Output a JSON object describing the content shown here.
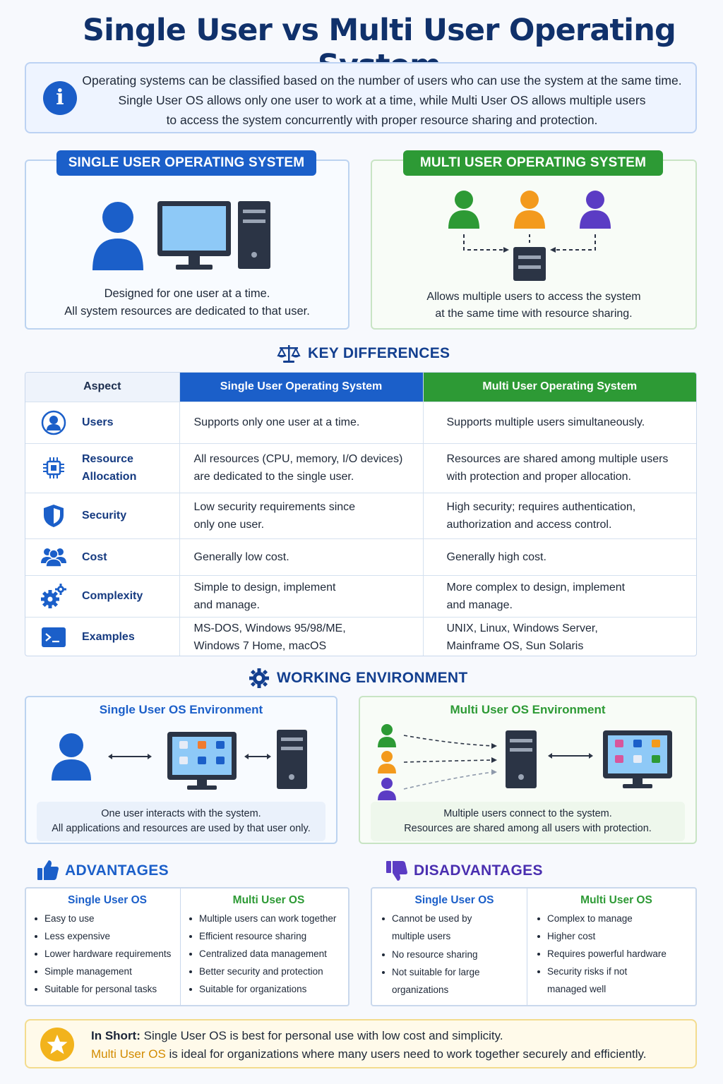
{
  "title": "Single User vs Multi User Operating System",
  "intro": {
    "line1": "Operating systems can be classified based on the number of users who can use the system at the same time.",
    "line2": "Single User OS allows only one user to work at a time, while Multi User OS allows multiple users",
    "line3": "to access the system concurrently with proper resource sharing and protection."
  },
  "single_panel": {
    "heading": "SINGLE USER OPERATING SYSTEM",
    "caption1": "Designed for one user at a time.",
    "caption2": "All system resources are dedicated to that user."
  },
  "multi_panel": {
    "heading": "MULTI USER OPERATING SYSTEM",
    "caption1": "Allows multiple users to access the system",
    "caption2": "at the same time with resource sharing."
  },
  "key_differences": {
    "heading": "KEY DIFFERENCES",
    "columns": [
      "Aspect",
      "Single User Operating System",
      "Multi User Operating System"
    ],
    "rows": [
      {
        "aspect": "Users",
        "icon": "user-icon",
        "single": "Supports only one user at a time.",
        "multi": "Supports multiple users simultaneously."
      },
      {
        "aspect_l1": "Resource",
        "aspect_l2": "Allocation",
        "icon": "cpu-icon",
        "single_l1": "All resources (CPU, memory, I/O devices)",
        "single_l2": "are dedicated to the single user.",
        "multi_l1": "Resources are shared among multiple users",
        "multi_l2": "with protection and proper allocation."
      },
      {
        "aspect": "Security",
        "icon": "shield-icon",
        "single_l1": "Low security requirements since",
        "single_l2": "only one user.",
        "multi_l1": "High security; requires authentication,",
        "multi_l2": "authorization and access control."
      },
      {
        "aspect": "Cost",
        "icon": "group-icon",
        "single": "Generally low cost.",
        "multi": "Generally high cost."
      },
      {
        "aspect": "Complexity",
        "icon": "gears-icon",
        "single_l1": "Simple to design, implement",
        "single_l2": "and manage.",
        "multi_l1": "More complex to design, implement",
        "multi_l2": "and manage."
      },
      {
        "aspect": "Examples",
        "icon": "terminal-icon",
        "single_l1": "MS-DOS, Windows 95/98/ME,",
        "single_l2": "Windows 7 Home, macOS",
        "multi_l1": "UNIX, Linux, Windows Server,",
        "multi_l2": "Mainframe OS, Sun Solaris"
      }
    ]
  },
  "working_environment": {
    "heading": "WORKING ENVIRONMENT",
    "single": {
      "title": "Single User OS Environment",
      "caption1": "One user interacts with the system.",
      "caption2": "All applications and resources are used by that user only."
    },
    "multi": {
      "title": "Multi User OS Environment",
      "caption1": "Multiple users connect to the system.",
      "caption2": "Resources are shared among all users with protection."
    }
  },
  "advantages": {
    "heading": "ADVANTAGES",
    "single_title": "Single User OS",
    "single_items": [
      "Easy to use",
      "Less expensive",
      "Lower hardware requirements",
      "Simple management",
      "Suitable for personal tasks"
    ],
    "multi_title": "Multi User OS",
    "multi_items": [
      "Multiple users can work together",
      "Efficient resource sharing",
      "Centralized data management",
      "Better security and protection",
      "Suitable for organizations"
    ]
  },
  "disadvantages": {
    "heading": "DISADVANTAGES",
    "single_title": "Single User OS",
    "single_items": [
      "Cannot be used by",
      "multiple users",
      "No resource sharing",
      "Not suitable for large",
      "organizations"
    ],
    "multi_title": "Multi User OS",
    "multi_items": [
      "Complex to manage",
      "Higher cost",
      "Requires powerful hardware",
      "Security risks if not",
      "managed well"
    ]
  },
  "in_short": {
    "label": "In Short:",
    "line1": "Single User OS is best for personal use with low cost and simplicity.",
    "line2_accent": "Multi User OS",
    "line2_rest": "is ideal for organizations where many users need to work together securely and efficiently."
  },
  "colors": {
    "navy": "#10316b",
    "blue": "#1b5fc9",
    "green": "#2d9a35",
    "orange": "#f39a1d",
    "purple": "#5b3cc4",
    "gold": "#f2b31c"
  }
}
